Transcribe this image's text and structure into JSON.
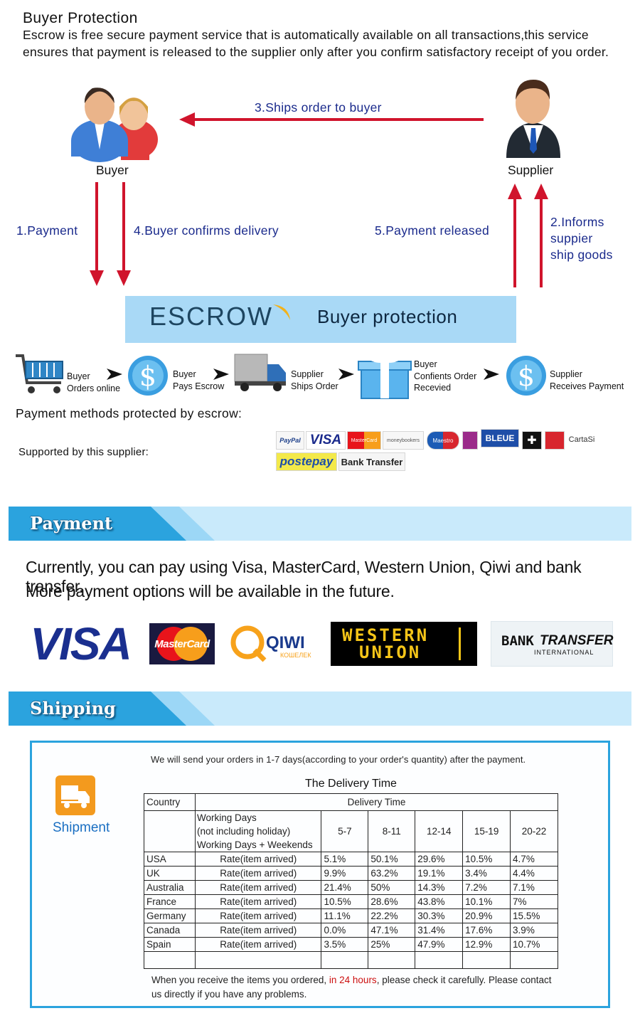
{
  "intro": {
    "title": "Buyer Protection",
    "text": "Escrow is free secure payment service that is automatically available on all transactions,this service ensures that payment is released to the supplier only after you confirm satisfactory receipt of you order."
  },
  "flow": {
    "buyer_label": "Buyer",
    "supplier_label": "Supplier",
    "ships_label": "3.Ships order to buyer",
    "payment_label": "1.Payment",
    "confirm_label": "4.Buyer confirms delivery",
    "released_label": "5.Payment released",
    "informs_line1": "2.Informs",
    "informs_line2": "suppier",
    "informs_line3": "ship goods",
    "escrow_word": "ESCROW",
    "escrow_sub": "Buyer protection",
    "arrow_color": "#d0142c"
  },
  "steps": [
    {
      "line1": "Buyer",
      "line2": "Orders online",
      "line3": ""
    },
    {
      "line1": "Buyer",
      "line2": "Pays Escrow",
      "line3": ""
    },
    {
      "line1": "Supplier",
      "line2": "Ships Order",
      "line3": ""
    },
    {
      "line1": "Buyer",
      "line2": "Confients Order",
      "line3": "Recevied"
    },
    {
      "line1": "Supplier",
      "line2": "Receives Payment",
      "line3": ""
    }
  ],
  "methods": {
    "title": "Payment methods protected by escrow:",
    "supported": "Supported by this supplier:",
    "logos": {
      "paypal": "PayPal",
      "visa": "VISA",
      "mastercard": "MasterCard",
      "moneybookers": "moneybookers",
      "maestro": "Maestro",
      "bleue": "BLEUE",
      "cartasi": "CartaSi",
      "postepay": "postepay",
      "bank": "Bank Transfer"
    }
  },
  "payment": {
    "banner": "Payment",
    "line1": "Currently, you can pay using Visa, MasterCard, Western Union, Qiwi and bank transfer.",
    "line2": "More payment options will be available in the future.",
    "logos": {
      "visa": "VISA",
      "mastercard": "MasterCard",
      "qiwi": "QIWI",
      "qiwi_sub": "КОШЕЛЕК",
      "wu1": "WESTERN",
      "wu2": "UNION",
      "bank1": "BANK",
      "bank2": "TRANSFER",
      "bank3": "INTERNATIONAL"
    }
  },
  "shipping": {
    "banner": "Shipping",
    "shipment_label": "Shipment",
    "intro": "We will send your orders in 1-7 days(according to your order's quantity) after the payment.",
    "table_title": "The Delivery Time",
    "header_country": "Country",
    "header_delivery": "Delivery Time",
    "days_line1": "Working Days",
    "days_line2": "(not including holiday)",
    "days_line3": "Working Days + Weekends",
    "ranges": [
      "5-7",
      "8-11",
      "12-14",
      "15-19",
      "20-22"
    ],
    "rows": [
      {
        "country": "USA",
        "label": "Rate(item arrived)",
        "rates": [
          "5.1%",
          "50.1%",
          "29.6%",
          "10.5%",
          "4.7%"
        ]
      },
      {
        "country": "UK",
        "label": "Rate(item arrived)",
        "rates": [
          "9.9%",
          "63.2%",
          "19.1%",
          "3.4%",
          "4.4%"
        ]
      },
      {
        "country": "Australia",
        "label": "Rate(item arrived)",
        "rates": [
          "21.4%",
          "50%",
          "14.3%",
          "7.2%",
          "7.1%"
        ]
      },
      {
        "country": "France",
        "label": "Rate(item arrived)",
        "rates": [
          "10.5%",
          "28.6%",
          "43.8%",
          "10.1%",
          "7%"
        ]
      },
      {
        "country": "Germany",
        "label": "Rate(item arrived)",
        "rates": [
          "11.1%",
          "22.2%",
          "30.3%",
          "20.9%",
          "15.5%"
        ]
      },
      {
        "country": "Canada",
        "label": "Rate(item arrived)",
        "rates": [
          "0.0%",
          "47.1%",
          "31.4%",
          "17.6%",
          "3.9%"
        ]
      },
      {
        "country": "Spain",
        "label": "Rate(item arrived)",
        "rates": [
          "3.5%",
          "25%",
          "47.9%",
          "12.9%",
          "10.7%"
        ]
      }
    ],
    "footer_pre": "When you receive the items you ordered,",
    "footer_red": "in 24 hours",
    "footer_post": ", please check it carefully. Please contact us directly if you have any problems."
  }
}
